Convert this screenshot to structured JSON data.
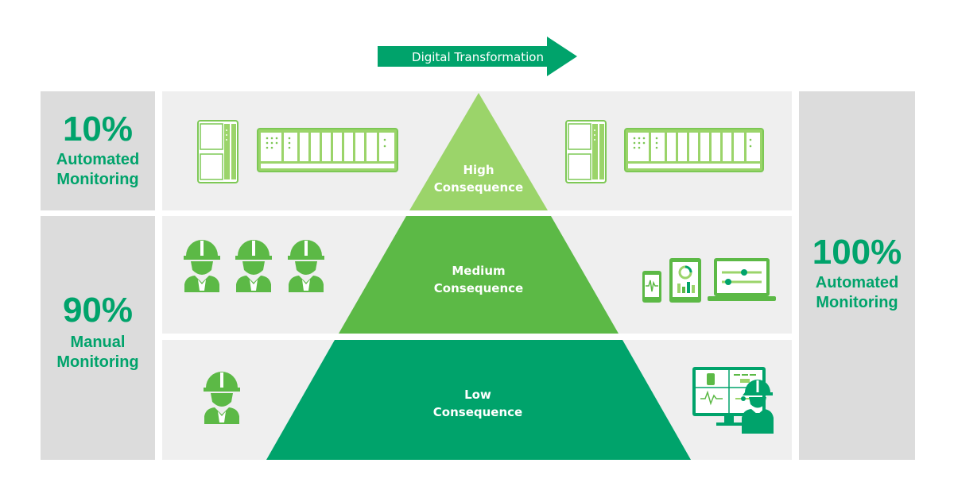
{
  "banner": {
    "label": "Digital Transformation"
  },
  "left": {
    "top": {
      "percent": "10%",
      "line1": "Automated",
      "line2": "Monitoring"
    },
    "bottom": {
      "percent": "90%",
      "line1": "Manual",
      "line2": "Monitoring"
    }
  },
  "right": {
    "percent": "100%",
    "line1": "Automated",
    "line2": "Monitoring"
  },
  "pyramid": {
    "high": {
      "line1": "High",
      "line2": "Consequence"
    },
    "medium": {
      "line1": "Medium",
      "line2": "Consequence"
    },
    "low": {
      "line1": "Low",
      "line2": "Consequence"
    }
  },
  "colors": {
    "high": "#9bd46a",
    "medium": "#5cb946",
    "low": "#00a36b",
    "accent": "#00a36b",
    "panel": "#dcdcdc",
    "row": "#efefef"
  },
  "icons": [
    "hardware-module-icon",
    "io-rack-icon",
    "worker-icon",
    "mobile-devices-icon",
    "monitoring-workstation-icon"
  ]
}
